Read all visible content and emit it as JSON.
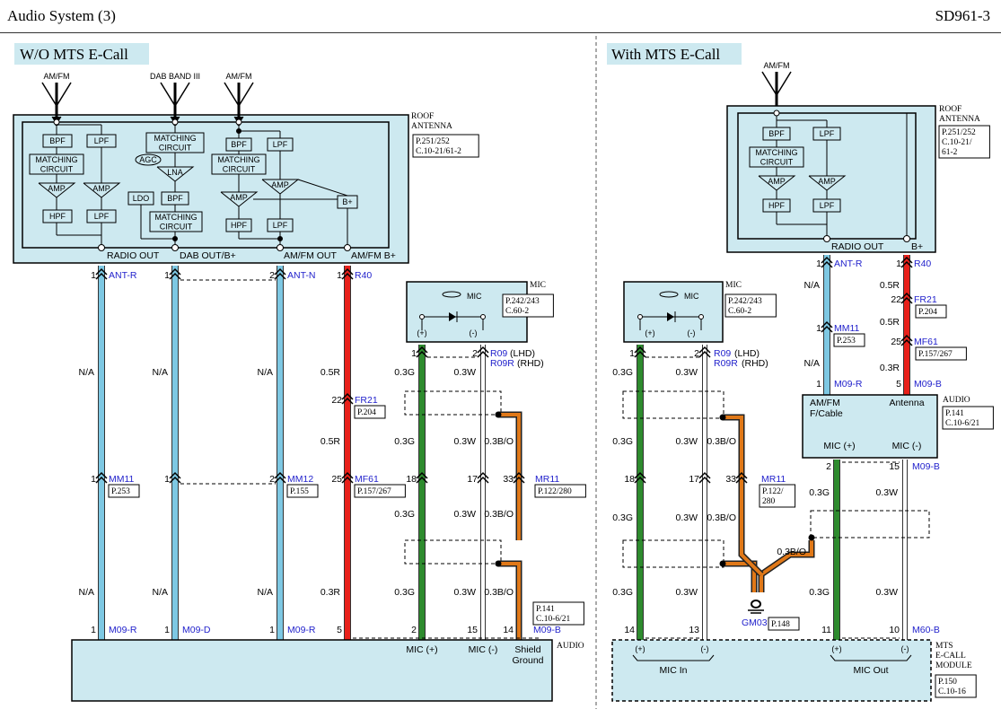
{
  "header": {
    "title": "Audio System (3)",
    "code": "SD961-3"
  },
  "left": {
    "title": "W/O MTS E-Call",
    "antennas": [
      "AM/FM",
      "DAB BAND III",
      "AM/FM"
    ],
    "roof_label": "ROOF\nANTENNA",
    "roof_ref": [
      "P.251/252",
      "C.10-21/61-2"
    ],
    "blocks": {
      "bpf": "BPF",
      "lpf": "LPF",
      "matching": "MATCHING\nCIRCUIT",
      "amp": "AMP",
      "hpf": "HPF",
      "agc": "AGC",
      "lna": "LNA",
      "ldo": "LDO",
      "bplus": "B+"
    },
    "outputs": [
      "RADIO OUT",
      "DAB OUT/B+",
      "AM/FM OUT",
      "AM/FM B+"
    ],
    "wires": [
      {
        "top_pin": "1",
        "top_conn": "ANT-R",
        "mid_spec": "N/A",
        "mid_pin": "1",
        "mid_conn": "MM11",
        "mid_ref": "P.253",
        "bot_spec": "N/A",
        "bot_pin": "1",
        "bot_conn": "M09-R",
        "end_label": "AM/FM\nF/Cable",
        "color": "#7ec8e3"
      },
      {
        "top_pin": "1",
        "mid_spec": "N/A",
        "mid_pin": "1",
        "bot_spec": "N/A",
        "bot_pin": "1",
        "bot_conn": "M09-D",
        "end_label": "DAB BAND III",
        "color": "#7ec8e3"
      },
      {
        "top_pin": "2",
        "top_conn": "ANT-N",
        "mid_spec": "N/A",
        "mid_pin": "2",
        "mid_conn": "MM12",
        "mid_ref": "P.155",
        "bot_spec": "N/A",
        "bot_pin": "1",
        "bot_conn": "M09-R",
        "end_label": "AM/FM",
        "color": "#7ec8e3"
      },
      {
        "top_pin": "1",
        "top_conn": "R40",
        "spec1": "0.5R",
        "fr_pin": "22",
        "fr_conn": "FR21",
        "fr_ref": "P.204",
        "spec2": "0.5R",
        "mid_pin": "25",
        "mid_conn": "MF61",
        "mid_ref": "P.157/267",
        "bot_spec": "0.3R",
        "bot_pin": "5",
        "end_label": "Antenna",
        "color": "#e8201a"
      }
    ],
    "mic": {
      "label": "MIC",
      "ref": [
        "P.242/243",
        "C.60-2"
      ],
      "plus": "(+)",
      "minus": "(-)",
      "pin_plus": "1",
      "pin_minus": "2",
      "conn": "R09",
      "conn_lhd": "(LHD)",
      "conn2": "R09R",
      "conn_rhd": "(RHD)",
      "spec_g": "0.3G",
      "spec_w": "0.3W",
      "spec_bo": "0.3B/O",
      "mr_pins": [
        "18",
        "17",
        "33"
      ],
      "mr_conn": "MR11",
      "mr_ref": "P.122/280",
      "bot_pins": [
        "2",
        "15",
        "14"
      ],
      "bot_conn": "M09-B",
      "bot_ref": [
        "P.141",
        "C.10-6/21"
      ]
    },
    "audio": {
      "label": "AUDIO",
      "ends": [
        "MIC (+)",
        "MIC (-)",
        "Shield\nGround"
      ]
    }
  },
  "right": {
    "title": "With MTS E-Call",
    "antenna": "AM/FM",
    "roof_label": "ROOF\nANTENNA",
    "roof_ref": [
      "P.251/252",
      "C.10-21/",
      "61-2"
    ],
    "outputs": [
      "RADIO OUT",
      "B+"
    ],
    "mic": {
      "label": "MIC",
      "ref": [
        "P.242/243",
        "C.60-2"
      ],
      "plus": "(+)",
      "minus": "(-)",
      "pin_plus": "1",
      "pin_minus": "2",
      "conn": "R09",
      "conn_lhd": "(LHD)",
      "conn2": "R09R",
      "conn_rhd": "(RHD)",
      "spec_g": "0.3G",
      "spec_w": "0.3W",
      "spec_bo": "0.3B/O",
      "mr_pins": [
        "18",
        "17",
        "33"
      ],
      "mr_conn": "MR11",
      "mr_ref": [
        "P.122/",
        "280"
      ],
      "ground": "GM03",
      "ground_ref": "P.148"
    },
    "ant_wires": {
      "ant_pin": "1",
      "ant_conn": "ANT-R",
      "spec_na": "N/A",
      "mm_pin": "1",
      "mm_conn": "MM11",
      "mm_ref": "P.253",
      "spec_na2": "N/A",
      "m09_pin": "1",
      "m09_conn": "M09-R",
      "r40_pin": "1",
      "r40_conn": "R40",
      "s05": "0.5R",
      "fr_pin": "22",
      "fr_conn": "FR21",
      "fr_ref": "P.204",
      "s05b": "0.5R",
      "mf_pin": "25",
      "mf_conn": "MF61",
      "mf_ref": "P.157/267",
      "s03": "0.3R",
      "b_pin": "5",
      "b_conn": "M09-B"
    },
    "audio": {
      "label": "AUDIO",
      "ref": [
        "P.141",
        "C.10-6/21"
      ],
      "in1": "AM/FM\nF/Cable",
      "in2": "Antenna",
      "out1": "MIC (+)",
      "out2": "MIC (-)",
      "pin1": "2",
      "pin2": "15",
      "conn": "M09-B",
      "spec_g": "0.3G",
      "spec_w": "0.3W",
      "bot_pins": [
        "11",
        "10"
      ],
      "bot_conn": "M60-B"
    },
    "mts": {
      "label": "MTS\nE-CALL\nMODULE",
      "ref": [
        "P.150",
        "C.10-16"
      ],
      "in_pins": [
        "14",
        "13"
      ],
      "plus": "(+)",
      "minus": "(-)",
      "mic_in": "MIC In",
      "mic_out": "MIC Out"
    }
  },
  "colors": {
    "box": "#cde9f0",
    "blue": "#7ec8e3",
    "red": "#e8201a",
    "green": "#2e8b2e",
    "orange": "#e07818",
    "conn": "#2222cc"
  }
}
